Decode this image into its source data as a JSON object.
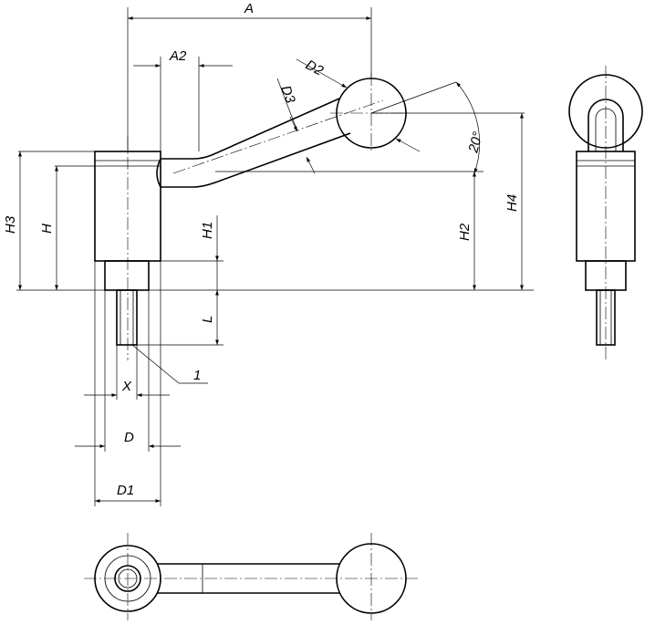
{
  "dimensions": {
    "A": "A",
    "A2": "A2",
    "D2": "D2",
    "D3": "D3",
    "H3": "H3",
    "H": "H",
    "H1": "H1",
    "L": "L",
    "X": "X",
    "D": "D",
    "D1": "D1",
    "H2": "H2",
    "H4": "H4",
    "angle": "20°"
  },
  "callouts": {
    "thread_end": "1"
  },
  "views": [
    "side-view",
    "front-view",
    "top-view"
  ]
}
